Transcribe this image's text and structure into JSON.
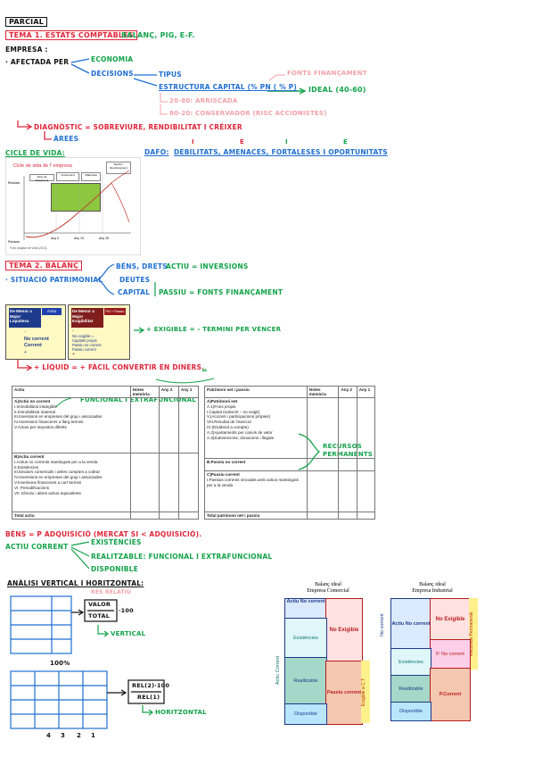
{
  "header": {
    "parcial": "PARCIAL"
  },
  "tema1": {
    "title": "TEMA 1. ESTATS COMPTABLES",
    "subtitle": "BALANÇ, PIG, E-F.",
    "empresa": "EMPRESA :",
    "afectada": "· AFECTADA PER",
    "economia": "ECONOMIA",
    "decisions": "DECISIONS",
    "tipus": "TIPUS",
    "fonts": "FONTS FINANÇAMENT",
    "estructura": "ESTRUCTURA CAPITAL (% PN ( % P)",
    "ideal": "IDEAL (40-60)",
    "arriscada": "20-80: ARRISCADA",
    "conservador": "80-20: CONSERVADOR (RISC ACCIONISTES)",
    "diagnostic": "DIAGNÒSTIC = SOBREVIURE, RENDIBILITAT I CRÉIXER",
    "arees": "ÀREES",
    "cicle": "CICLE DE VIDA:",
    "dafo_label": "DAFO:",
    "dafo_text": "DEBILITATS, AMENACES, FORTALESES I OPORTUNITATS",
    "dafo_marks": [
      "I",
      "E",
      "I",
      "E"
    ]
  },
  "lifecycle": {
    "title": "Cicle de vida de l' empresa",
    "ylabel": "Resultat",
    "xlabel": "Pèrdues",
    "stages": [
      "Fase de llançament",
      "Creixement",
      "Maduresa",
      "Declivi / Reenfocament"
    ],
    "years": [
      "Any 0",
      "Any 15",
      "Any 25"
    ],
    "caption": "Font: Adaptat de Vidal (2013)."
  },
  "tema2": {
    "title": "TEMA 2. BALANÇ",
    "situacio": "· SITUACIÓ PATRIMONIAL",
    "bens": "BÉNS, DRETS",
    "actiu_eq": "ACTIU = INVERSIONS",
    "deutes": "DEUTES",
    "capital": "CAPITAL",
    "passiu_eq": "PASSIU = FONTS FINANÇAMENT",
    "exigible": "+ EXIGIBLE = - TERMINI PER VÈNCER",
    "liquid": "+ LÍQUID = + FÀCIL CONVERTIR EN DINERS.",
    "eq_sign": "=",
    "funcional": "FUNCIONAL I EXTRAFUNCIONAL",
    "recursos": "RECURSOS PERMANENTS"
  },
  "card_actiu": {
    "head": "De Menor a Major Liquidesa",
    "tag": "Actiu",
    "minus": "-",
    "line1": "No corrent",
    "line2": "Corrent",
    "plus": "+"
  },
  "card_passiu": {
    "head": "De Menor a Major Exigibilitat",
    "tag": "PN + Passiu",
    "minus": "-",
    "lines": [
      "No exigible =",
      "Capitals propis",
      "Passiu no corrent",
      "Passiu corrent"
    ],
    "plus": "+"
  },
  "balance_table": {
    "actiu_header": [
      "Actiu",
      "Notes memòria",
      "Any 2",
      "Any 1"
    ],
    "actiu_a": [
      "A)Actiu no corrent",
      "I.Immobilitzat intangible",
      "II.Immobilitzat material",
      "III.Inversions en empreses del grup i associades",
      "IV.Inversions financeres a llarg termini",
      "V.Actius per impostos diferits"
    ],
    "actiu_b": [
      "B)Actiu corrent",
      "I.Actius no corrents mantinguts per a la venda",
      "II.Existències",
      "III.Deutors comercials i altres comptes a cobrar",
      "IV.Inversions en empreses del grup i associades",
      "V.Inversions financeres a curt termini",
      "VI. Periodificacions",
      "VII. Efectiu i altres actius equivalents"
    ],
    "actiu_total": "Total actiu",
    "passiu_header": [
      "Patrimoni net i passiu",
      "Notes memòria",
      "Any 2",
      "Any 1"
    ],
    "passiu_a": [
      "A)Patrimoni net",
      "A.1)Fons propis",
      "I.Capital (subscrit – no exigit)",
      "V.(Accions i participacions pròpies)",
      "VIII.Resultat de l'exercici",
      "IX.(Dividend a compte)",
      "A.2)Ajustaments per canvis de valor",
      "A.3)Subvencions, donacions i llegats"
    ],
    "passiu_b": [
      "B.Passiu no corrent"
    ],
    "passiu_c": [
      "C)Passiu corrent",
      "I.Passius corrents vinculats amb actius mantinguts per a la venda"
    ],
    "passiu_total": "Total patrimoni net i passiu"
  },
  "bens_section": {
    "bens": "BÉNS = P ADQUISICIÓ (MERCAT SI < ADQUISICIÓ).",
    "actiu_corrent": "ACTIU CORRENT",
    "existencies": "EXISTÈNCIES",
    "realitzable": "REALITZABLE: FUNCIONAL I EXTRAFUNCIONAL",
    "disponible": "DISPONIBLE"
  },
  "analisi": {
    "title": "ANÀLISI VERTICAL I HORITZONTAL:",
    "faded": "RES RELATIU",
    "valor": "VALOR",
    "total": "TOTAL",
    "x100": "·100",
    "vertical": "VERTICAL",
    "pct": "100%",
    "rel2": "REL(2)·100",
    "rel1": "REL(1)",
    "horitzontal": "HORITZONTAL",
    "cols": [
      "4",
      "3",
      "2",
      "1"
    ]
  },
  "ideal_comercial": {
    "title1": "Balanç ideal",
    "title2": "Empresa Comercial",
    "actiu_nc": "Actiu No corrent",
    "no_exigible": "No Exigible",
    "existencies": "Existències",
    "actiu_corrent": "Actiu Corrent",
    "realitzable": "Realitzable",
    "passiu_corrent": "Passiu corrent",
    "exigible_cp": "Exigible a C.T",
    "disponible": "Disponible"
  },
  "ideal_industrial": {
    "title1": "Balanç ideal",
    "title2": "Empresa Industrial",
    "no_corrent": "No corrent",
    "actiu_nc": "Actiu No corrent",
    "no_exigible": "No Exigible",
    "recursos": "Recursos Permanents",
    "pnc": "P. No corrent",
    "existencies": "Existències",
    "realitzable": "Realitzable",
    "pcorrent": "P.Corrent",
    "disponible": "Disponible"
  }
}
